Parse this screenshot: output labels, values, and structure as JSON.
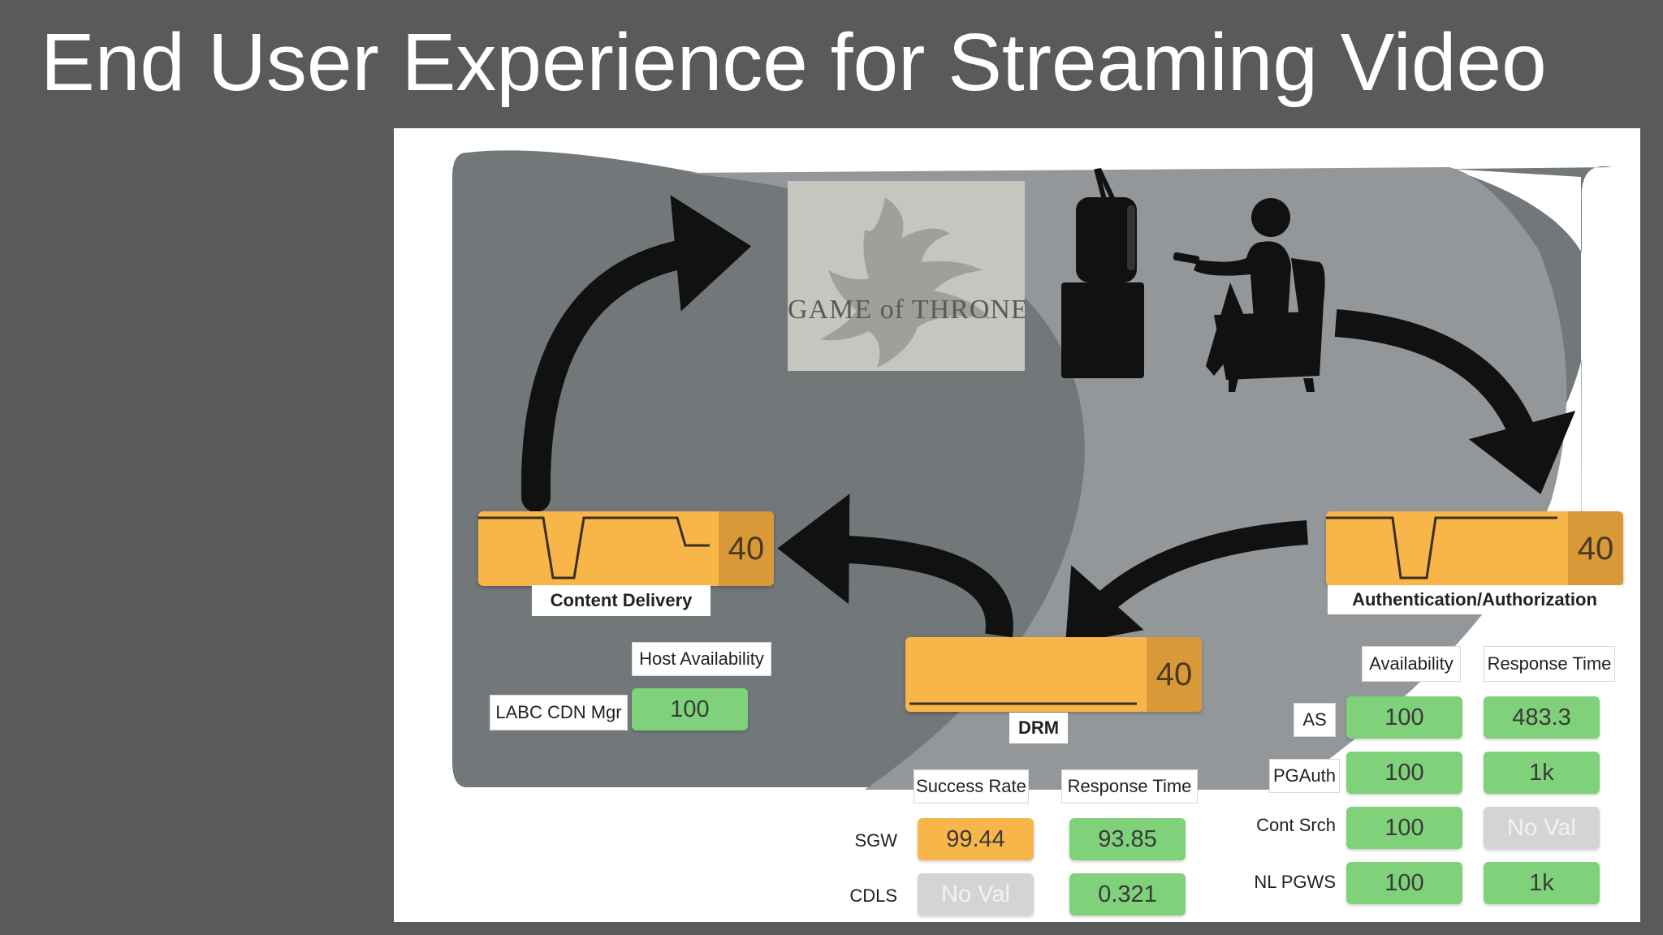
{
  "slide": {
    "title": "End User Experience for Streaming Video",
    "colors": {
      "background": "#5a5a5a",
      "tile_green": "#7fd17a",
      "tile_orange": "#f8b54a",
      "tile_grey": "#d4d4d4"
    }
  },
  "show_image": {
    "text": "GAME of THRONES",
    "icon": "dragon-poster-image"
  },
  "gauges": {
    "content_delivery": {
      "label": "Content Delivery",
      "value": "40"
    },
    "auth": {
      "label": "Authentication/Authorization",
      "value": "40"
    },
    "drm": {
      "label": "DRM",
      "value": "40"
    }
  },
  "content_delivery_metrics": {
    "header": "Host Availability",
    "rows": [
      {
        "name": "LABC CDN Mgr",
        "host_availability": "100"
      }
    ]
  },
  "auth_metrics": {
    "headers": {
      "availability": "Availability",
      "response_time": "Response Time"
    },
    "rows": [
      {
        "name": "AS",
        "availability": "100",
        "response_time": "483.3"
      },
      {
        "name": "PGAuth",
        "availability": "100",
        "response_time": "1k"
      },
      {
        "name": "Cont Srch",
        "availability": "100",
        "response_time": "No Val"
      },
      {
        "name": "NL PGWS",
        "availability": "100",
        "response_time": "1k"
      }
    ]
  },
  "drm_metrics": {
    "headers": {
      "success_rate": "Success Rate",
      "response_time": "Response Time"
    },
    "rows": [
      {
        "name": "SGW",
        "success_rate": "99.44",
        "response_time": "93.85"
      },
      {
        "name": "CDLS",
        "success_rate": "No Val",
        "response_time": "0.321"
      }
    ]
  }
}
